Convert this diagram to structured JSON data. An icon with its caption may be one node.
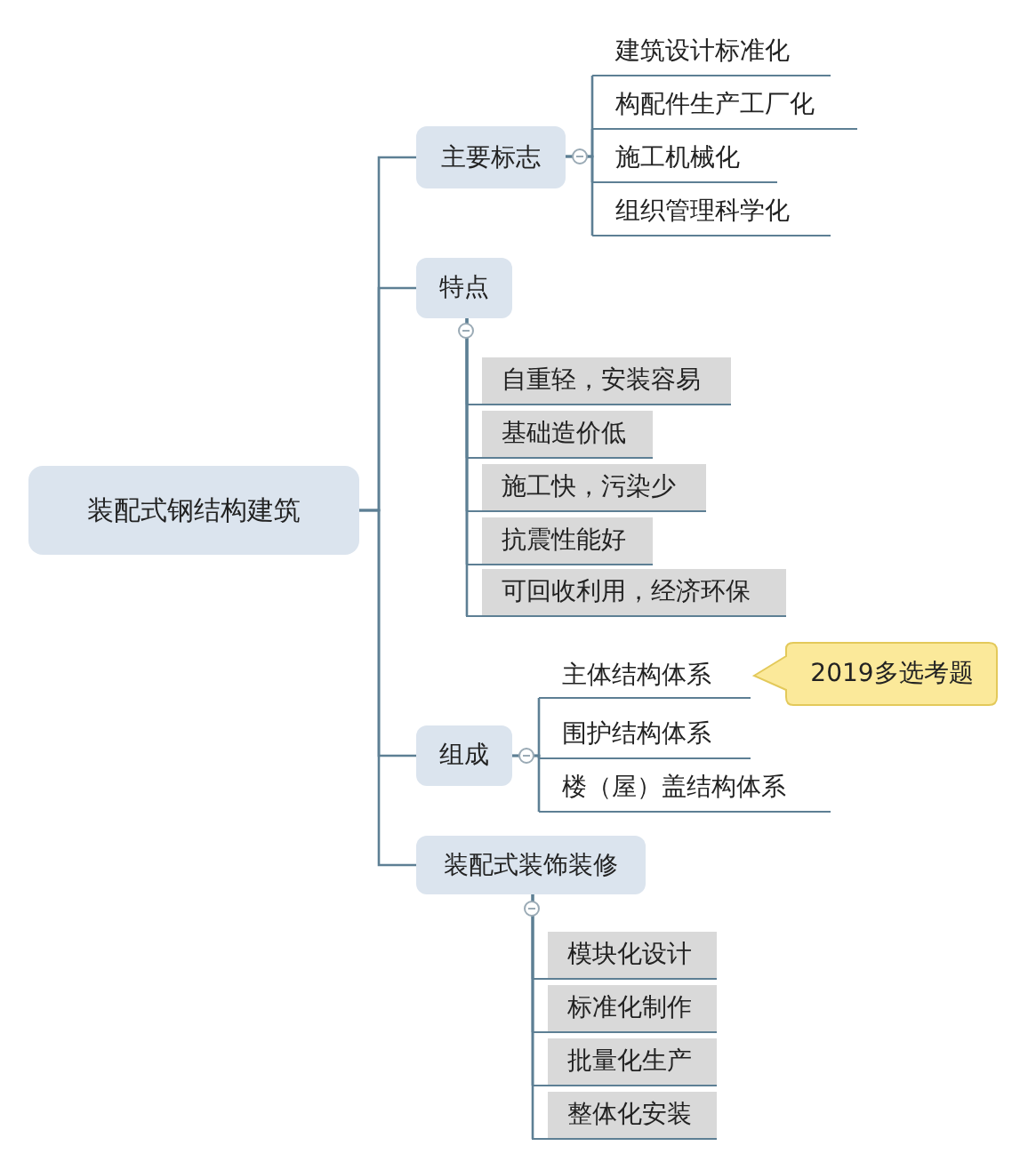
{
  "diagram": {
    "nodes": [
      {
        "text": [
          "装配式钢结构建筑"
        ]
      },
      {
        "text": [
          "主要标志"
        ]
      },
      {
        "text": [
          "建筑设计标准化"
        ]
      },
      {
        "text": [
          "构配件生产工厂化"
        ]
      },
      {
        "text": [
          "施工机械化"
        ]
      },
      {
        "text": [
          "组织管理科学化"
        ]
      },
      {
        "text": [
          "特点"
        ]
      },
      {
        "text": [
          "自重轻，安装容易"
        ]
      },
      {
        "text": [
          "基础造价低"
        ]
      },
      {
        "text": [
          "施工快，污染少"
        ]
      },
      {
        "text": [
          "抗震性能好"
        ]
      },
      {
        "text": [
          "可回收利用，经济环保"
        ]
      },
      {
        "text": [
          "组成"
        ]
      },
      {
        "text": [
          "主体结构体系"
        ],
        "beside": [
          "2019多选考题"
        ]
      },
      {
        "text": [
          "围护结构体系"
        ]
      },
      {
        "text": [
          "楼（屋）盖结构体系"
        ]
      },
      {
        "text": [
          "装配式装饰装修"
        ]
      },
      {
        "text": [
          "模块化设计"
        ]
      },
      {
        "text": [
          "标准化制作"
        ]
      },
      {
        "text": [
          "批量化生产"
        ]
      },
      {
        "text": [
          "整体化安装"
        ]
      }
    ],
    "edges": [
      {
        "from": 0,
        "to": 1,
        "arrow": "none"
      },
      {
        "from": 0,
        "to": 6,
        "arrow": "none"
      },
      {
        "from": 0,
        "to": 12,
        "arrow": "none"
      },
      {
        "from": 0,
        "to": 16,
        "arrow": "none"
      },
      {
        "from": 1,
        "to": 2,
        "arrow": "none"
      },
      {
        "from": 1,
        "to": 3,
        "arrow": "none"
      },
      {
        "from": 1,
        "to": 4,
        "arrow": "none"
      },
      {
        "from": 1,
        "to": 5,
        "arrow": "none"
      },
      {
        "from": 6,
        "to": 7,
        "arrow": "none"
      },
      {
        "from": 6,
        "to": 8,
        "arrow": "none"
      },
      {
        "from": 6,
        "to": 9,
        "arrow": "none"
      },
      {
        "from": 6,
        "to": 10,
        "arrow": "none"
      },
      {
        "from": 6,
        "to": 11,
        "arrow": "none"
      },
      {
        "from": 12,
        "to": 13,
        "arrow": "none"
      },
      {
        "from": 12,
        "to": 14,
        "arrow": "none"
      },
      {
        "from": 12,
        "to": 15,
        "arrow": "none"
      },
      {
        "from": 16,
        "to": 17,
        "arrow": "none"
      },
      {
        "from": 16,
        "to": 18,
        "arrow": "none"
      },
      {
        "from": 16,
        "to": 19,
        "arrow": "none"
      },
      {
        "from": 16,
        "to": 20,
        "arrow": "none"
      }
    ]
  }
}
